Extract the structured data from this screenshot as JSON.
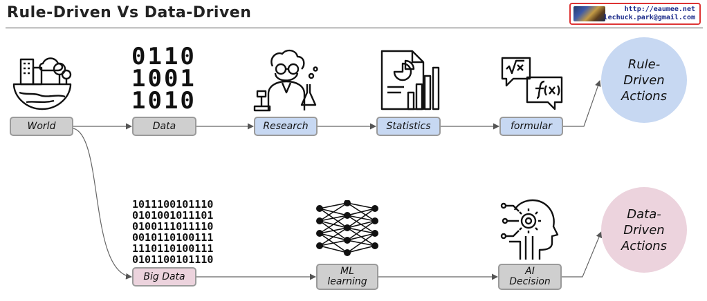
{
  "header": {
    "title": "Rule-Driven Vs Data-Driven",
    "badge_line1": "http://eaumee.net",
    "badge_line2": "lechuck.park@gmail.com"
  },
  "nodes": {
    "world": "World",
    "data": "Data",
    "research": "Research",
    "statistics": "Statistics",
    "formular": "formular",
    "big_data": "Big Data",
    "ml_learning": "ML\nlearning",
    "ai_decision": "AI\nDecision"
  },
  "outcomes": {
    "rule_driven": "Rule-\nDriven\nActions",
    "data_driven": "Data-\nDriven\nActions"
  },
  "icons": {
    "world": "city-globe-icon",
    "data": "binary-digits-icon",
    "research": "scientist-icon",
    "statistics": "report-chart-icon",
    "formular": "formula-bubbles-icon",
    "big_data": "binary-grid-icon",
    "ml_learning": "neural-network-icon",
    "ai_decision": "ai-head-icon"
  },
  "binary_digits": "0110\n1001\n1010",
  "binary_grid": "1011100101110\n0101001011101\n0100111011110\n0010110100111\n1110110100111\n0101100101110",
  "colors": {
    "rule_accent": "#c7d8f2",
    "data_accent": "#ecd3dd",
    "node_gray": "#cfcfcf"
  }
}
